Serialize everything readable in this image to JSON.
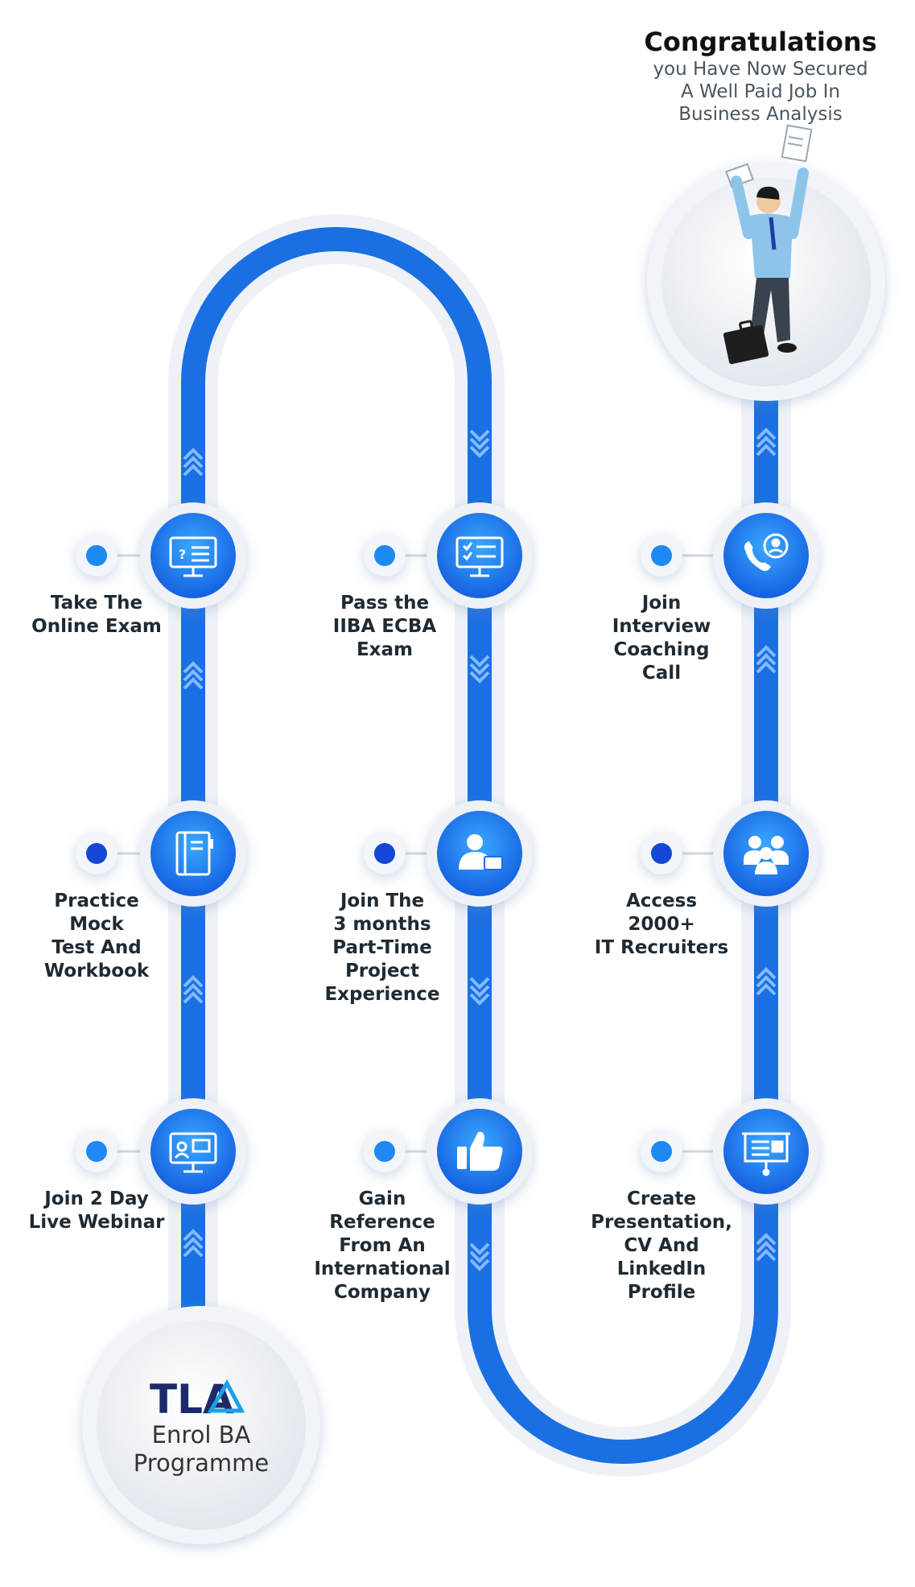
{
  "congrats": {
    "title": "Congratulations",
    "subtitle": "you Have Now Secured\nA Well Paid Job In\nBusiness Analysis"
  },
  "start": {
    "logo_text": "TLA",
    "label": "Enrol BA\nProgramme"
  },
  "steps": {
    "webinar": "Join 2 Day\nLive Webinar",
    "mock": "Practice\nMock\nTest And\nWorkbook",
    "online_exam": "Take The\nOnline Exam",
    "ecba": "Pass the\nIIBA ECBA\nExam",
    "project": "Join The\n3 months\nPart-Time\nProject\nExperience",
    "reference": "Gain\nReference\nFrom An\nInternational\nCompany",
    "cv": "Create\nPresentation,\nCV And\nLinkedIn\nProfile",
    "recruiters": "Access\n2000+\nIT Recruiters",
    "coaching": "Join\nInterview\nCoaching\nCall"
  },
  "colors": {
    "track_blue": "#1a6fe3",
    "node_blue": "#1b6fe4",
    "node_light": "#2da0ff",
    "dot_blue": "#1e88f5"
  },
  "icons": {
    "webinar": "presentation-screen-icon",
    "mock": "notebook-icon",
    "online_exam": "monitor-question-icon",
    "ecba": "monitor-checklist-icon",
    "project": "person-briefcase-icon",
    "reference": "thumbs-up-icon",
    "cv": "projector-board-icon",
    "recruiters": "group-icon",
    "coaching": "phone-support-icon"
  }
}
